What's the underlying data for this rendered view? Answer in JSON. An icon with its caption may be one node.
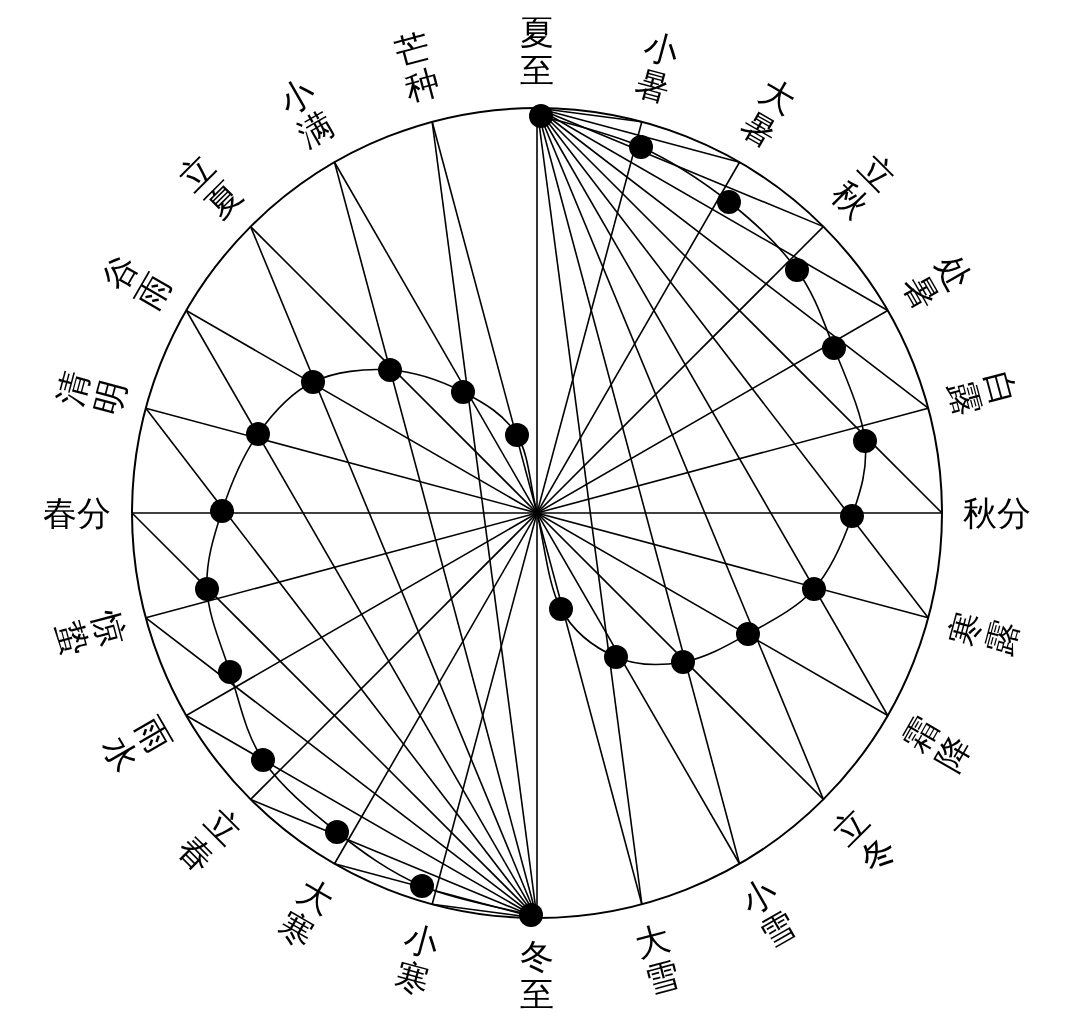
{
  "diagram": {
    "labels": [
      "夏至",
      "小暑",
      "大暑",
      "立秋",
      "处暑",
      "白露",
      "秋分",
      "寒露",
      "霜降",
      "立冬",
      "小雪",
      "大雪",
      "冬至",
      "小寒",
      "大寒",
      "立春",
      "雨水",
      "惊蛰",
      "春分",
      "清明",
      "谷雨",
      "立夏",
      "小满",
      "芒种"
    ]
  }
}
